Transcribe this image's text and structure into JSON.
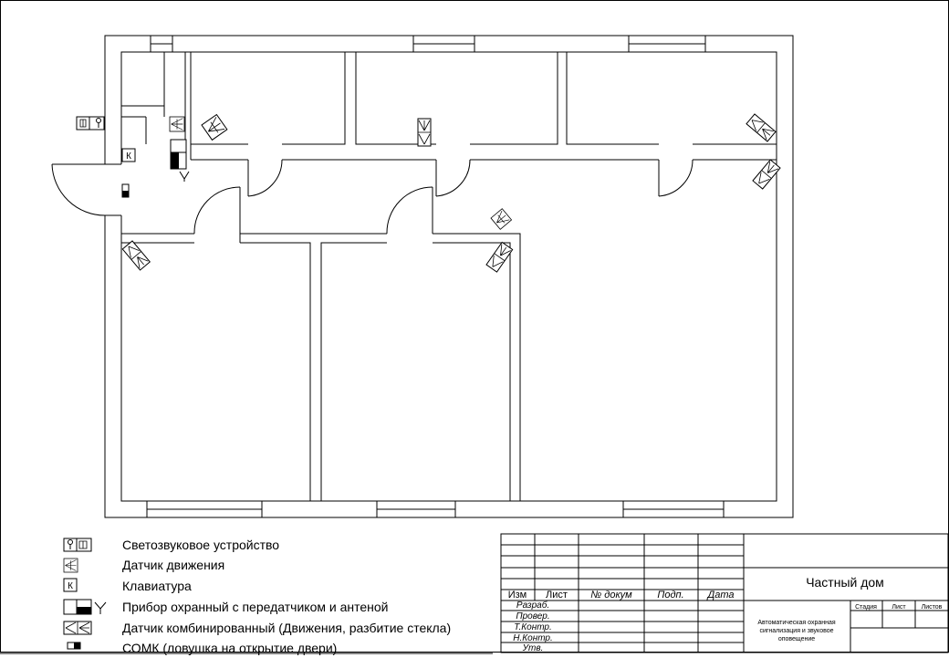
{
  "legend": [
    {
      "icon": "siren-icon",
      "label": "Светозвуковое устройство"
    },
    {
      "icon": "motion-sensor-icon",
      "label": "Датчик движения"
    },
    {
      "icon": "keypad-icon",
      "label": "Клавиатура"
    },
    {
      "icon": "control-panel-icon",
      "label": "Прибор охранный с передатчиком и антеной"
    },
    {
      "icon": "combined-sensor-icon",
      "label": "Датчик комбинированный (Движения, разбитие стекла)"
    },
    {
      "icon": "door-contact-icon",
      "label": "СОМК (ловушка на открытие двери)"
    }
  ],
  "keypad_letter": "К",
  "title_block": {
    "headers": [
      "Изм",
      "Лист",
      "№ докум",
      "Подп.",
      "Дата"
    ],
    "roles": [
      "Разраб.",
      "Провер.",
      "Т.Контр.",
      "Н.Контр.",
      "Утв."
    ],
    "project_name": "Частный дом",
    "description": [
      "Автоматическая охранная",
      "сигнализация и звуковое",
      "оповещение"
    ],
    "stage_headers": [
      "Стадия",
      "Лист",
      "Листов"
    ]
  }
}
